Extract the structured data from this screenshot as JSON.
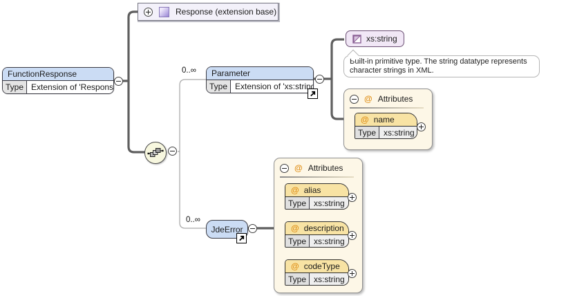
{
  "root": {
    "name": "FunctionResponse",
    "type_label": "Type",
    "type_value": "Extension of 'Response'"
  },
  "response_base": {
    "label": "Response (extension base)"
  },
  "sequence": {
    "name": "sequence"
  },
  "parameter": {
    "cardinality": "0..∞",
    "name": "Parameter",
    "type_label": "Type",
    "type_value": "Extension of 'xs:string'"
  },
  "xs_string": {
    "label": "xs:string",
    "annotation": "Built-in primitive type. The string datatype represents character strings in XML."
  },
  "parameter_attributes": {
    "at": "@",
    "title": "Attributes",
    "attrs": [
      {
        "at": "@",
        "name": "name",
        "type_label": "Type",
        "type_value": "xs:string"
      }
    ]
  },
  "jde_error": {
    "cardinality": "0..∞",
    "name": "JdeError"
  },
  "jde_error_attributes": {
    "at": "@",
    "title": "Attributes",
    "attrs": [
      {
        "at": "@",
        "name": "alias",
        "type_label": "Type",
        "type_value": "xs:string"
      },
      {
        "at": "@",
        "name": "description",
        "type_label": "Type",
        "type_value": "xs:string"
      },
      {
        "at": "@",
        "name": "codeType",
        "type_label": "Type",
        "type_value": "xs:string"
      }
    ]
  },
  "colors": {
    "element_header": "#cbdcf4",
    "attr_header": "#f8e3a4",
    "attr_container": "#fdf7e7",
    "simple_type_fill": "#f1e7f6",
    "global_type_fill": "#f3f1fa",
    "at_symbol": "#e09018",
    "wire_thick": "#5f5f5f",
    "wire_thin": "#ababab"
  }
}
